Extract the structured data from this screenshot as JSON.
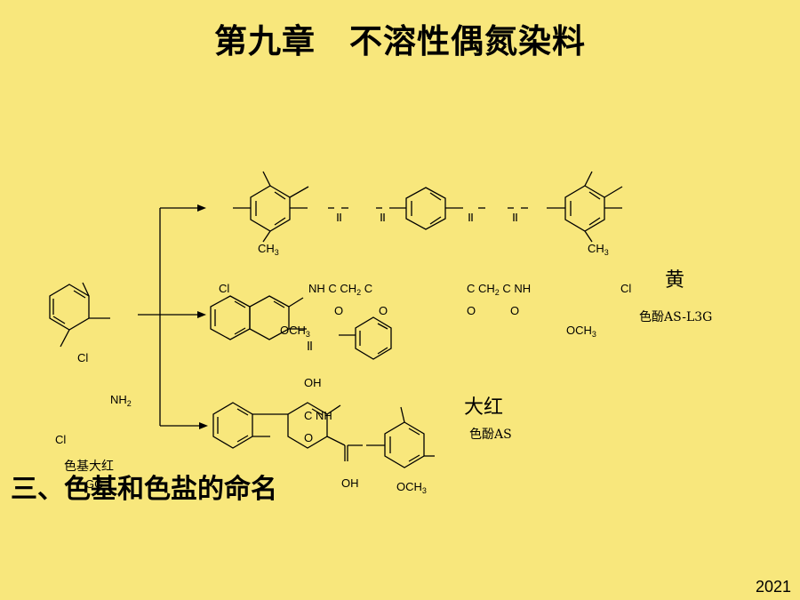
{
  "title": "第九章　不溶性偶氮染料",
  "section_heading": "三、色基和色盐的命名",
  "page_number": "2021",
  "reactant": {
    "cl": "Cl",
    "nh": "NH",
    "nh_sub": "2",
    "cl2": "Cl",
    "name_cn": "色基大红",
    "name_sub": "GG"
  },
  "product_top": {
    "ch3_left": "CH",
    "ch3_left_sub": "3",
    "ch3_right": "CH",
    "ch3_right_sub": "3"
  },
  "product_middle": {
    "cl_left": "Cl",
    "chain_left": "NH  C  CH",
    "chain_left_sub": "2",
    "chain_left_end": " C",
    "o_left_1": "O",
    "o_left_2": "O",
    "och3_left": "OCH",
    "och3_left_sub": "3",
    "chain_right": "C  CH",
    "chain_right_sub": "2",
    "chain_right_end": " C  NH",
    "o_right_1": "O",
    "o_right_2": "O",
    "och3_right": "OCH",
    "och3_right_sub": "3",
    "cl_right": "Cl",
    "color_cn": "黄",
    "coupler_name": "色酚AS-L3G"
  },
  "product_bottom": {
    "oh_top": "OH",
    "c_nh": "C  NH",
    "o": "O",
    "oh_bottom": "OH",
    "och3": "OCH",
    "och3_sub": "3",
    "color_cn": "大红",
    "coupler_name": "色酚AS"
  },
  "colors": {
    "background": "#f8e77c",
    "ink": "#000000"
  }
}
